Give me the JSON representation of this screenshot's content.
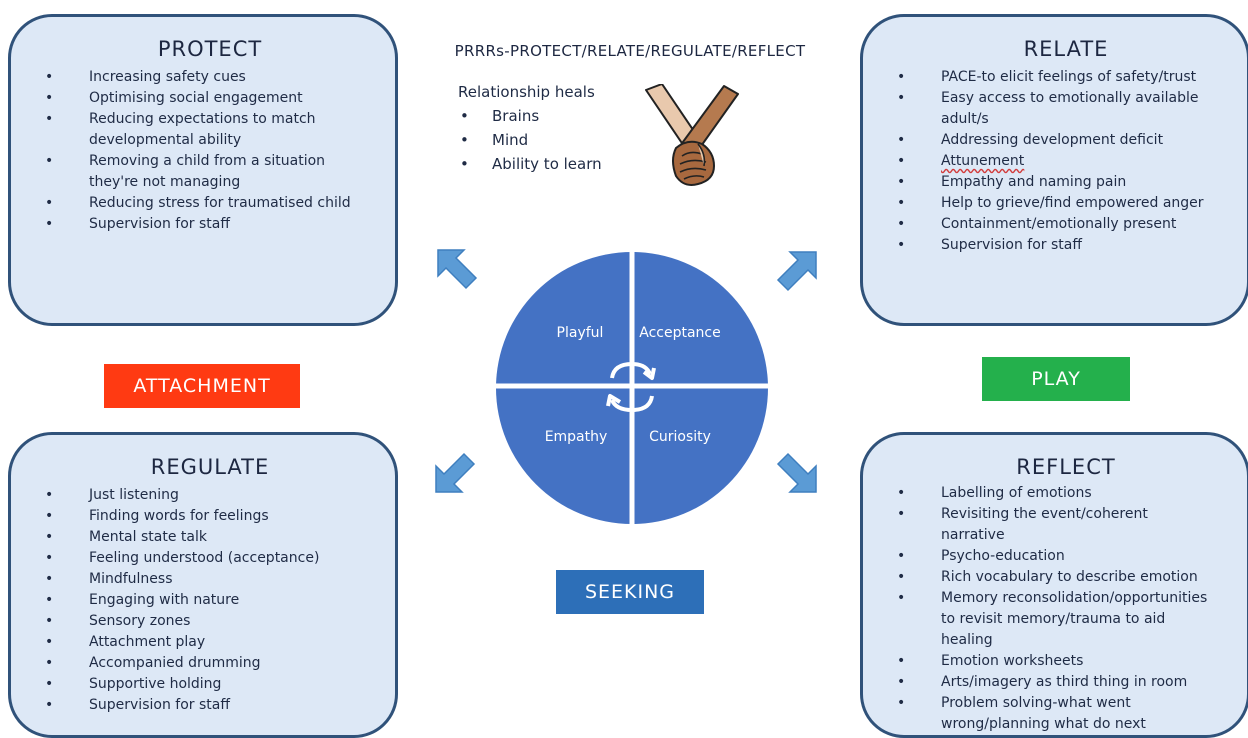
{
  "title": "PRRRs-PROTECT/RELATE/REGULATE/REFLECT",
  "heals": {
    "heading": "Relationship heals",
    "items": [
      "Brains",
      "Mind",
      "Ability to learn"
    ]
  },
  "protect": {
    "heading": "PROTECT",
    "items": [
      {
        "text": "Increasing safety cues",
        "cont": false
      },
      {
        "text": "Optimising social engagement",
        "cont": false
      },
      {
        "text": "Reducing expectations to match",
        "cont": false
      },
      {
        "text": "developmental ability",
        "cont": true
      },
      {
        "text": "Removing a child from a situation",
        "cont": false
      },
      {
        "text": "they're not managing",
        "cont": true
      },
      {
        "text": "Reducing stress for traumatised child",
        "cont": false
      },
      {
        "text": "Supervision for staff",
        "cont": false
      }
    ]
  },
  "relate": {
    "heading": "RELATE",
    "items": [
      {
        "text": "PACE-to elicit feelings of safety/trust",
        "cont": false
      },
      {
        "text": "Easy access to emotionally available",
        "cont": false
      },
      {
        "text": "adult/s",
        "cont": true
      },
      {
        "text": "Addressing development deficit",
        "cont": false
      },
      {
        "text": "Attunement",
        "cont": false
      },
      {
        "text": "Empathy and naming pain",
        "cont": false
      },
      {
        "text": "Help to grieve/find empowered anger",
        "cont": false
      },
      {
        "text": "Containment/emotionally present",
        "cont": false
      },
      {
        "text": "Supervision for staff",
        "cont": false
      }
    ]
  },
  "regulate": {
    "heading": "REGULATE",
    "items": [
      {
        "text": "Just listening",
        "cont": false
      },
      {
        "text": "Finding words for feelings",
        "cont": false
      },
      {
        "text": "Mental state talk",
        "cont": false
      },
      {
        "text": "Feeling understood (acceptance)",
        "cont": false
      },
      {
        "text": "Mindfulness",
        "cont": false
      },
      {
        "text": "Engaging with nature",
        "cont": false
      },
      {
        "text": "Sensory zones",
        "cont": false
      },
      {
        "text": "Attachment play",
        "cont": false
      },
      {
        "text": "Accompanied drumming",
        "cont": false
      },
      {
        "text": "Supportive holding",
        "cont": false
      },
      {
        "text": "Supervision for staff",
        "cont": false
      }
    ]
  },
  "reflect": {
    "heading": "REFLECT",
    "items": [
      {
        "text": "Labelling of emotions",
        "cont": false
      },
      {
        "text": "Revisiting the event/coherent",
        "cont": false
      },
      {
        "text": "narrative",
        "cont": true
      },
      {
        "text": "Psycho-education",
        "cont": false
      },
      {
        "text": "Rich vocabulary to describe emotion",
        "cont": false
      },
      {
        "text": "Memory reconsolidation/opportunities",
        "cont": false
      },
      {
        "text": "to revisit memory/trauma to aid",
        "cont": true
      },
      {
        "text": "healing",
        "cont": true
      },
      {
        "text": "Emotion worksheets",
        "cont": false
      },
      {
        "text": "Arts/imagery as third thing in room",
        "cont": false
      },
      {
        "text": "Problem solving-what went",
        "cont": false
      },
      {
        "text": "wrong/planning what do next",
        "cont": true
      }
    ]
  },
  "labels": {
    "attachment": "ATTACHMENT",
    "play": "PLAY",
    "seeking": "SEEKING"
  },
  "pace": {
    "top_left": "Playful",
    "top_right": "Acceptance",
    "bottom_left": "Empathy",
    "bottom_right": "Curiosity"
  },
  "colors": {
    "box_fill": "#dde8f6",
    "box_border": "#30527a",
    "circle": "#4472c4",
    "arrow": "#5b9bd5",
    "attachment": "#ff3a12",
    "play": "#24b04c",
    "seeking": "#2d6fb8"
  },
  "icons": {
    "hands": "holding-hands-icon",
    "cycle": "cycle-arrows-icon",
    "arrows": "arrow-icon"
  }
}
